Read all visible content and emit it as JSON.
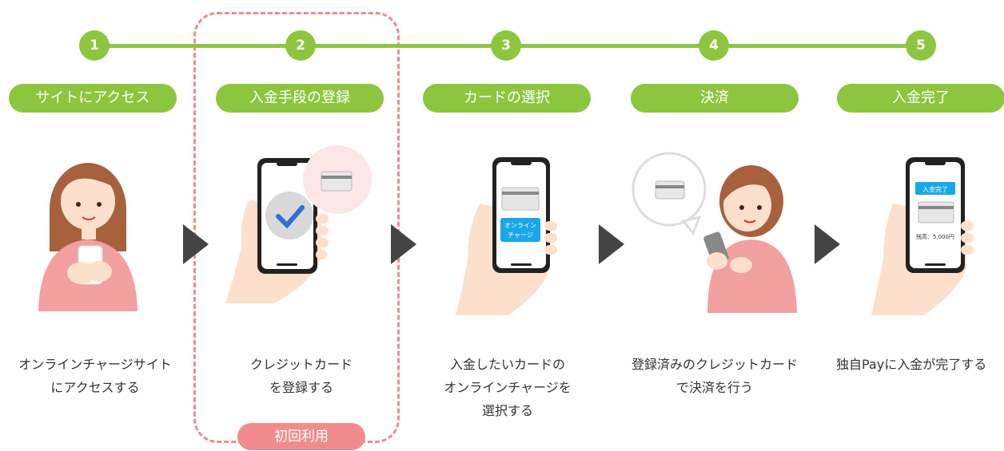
{
  "steps": [
    {
      "number": "1",
      "title": "サイトにアクセス",
      "desc_line1": "オンラインチャージサイト",
      "desc_line2": "にアクセスする",
      "desc_line3": ""
    },
    {
      "number": "2",
      "title": "入金手段の登録",
      "desc_line1": "クレジットカード",
      "desc_line2": "を登録する",
      "desc_line3": ""
    },
    {
      "number": "3",
      "title": "カードの選択",
      "desc_line1": "入金したいカードの",
      "desc_line2": "オンラインチャージを",
      "desc_line3": "選択する"
    },
    {
      "number": "4",
      "title": "決済",
      "desc_line1": "登録済みのクレジットカード",
      "desc_line2": "で決済を行う",
      "desc_line3": ""
    },
    {
      "number": "5",
      "title": "入金完了",
      "desc_line1": "独自Payに入金が完了する",
      "desc_line2": "",
      "desc_line3": ""
    }
  ],
  "first_use_label": "初回利用",
  "phone3": {
    "button_line1": "オンライン",
    "button_line2": "チャージ"
  },
  "phone5": {
    "badge": "入金完了",
    "balance": "残高：5,000円"
  },
  "colors": {
    "accent": "#8cc63f",
    "highlight": "#f08b8b",
    "highlight_badge": "#f28c8c",
    "arrow": "#444444",
    "button_blue": "#1aa7e8"
  }
}
